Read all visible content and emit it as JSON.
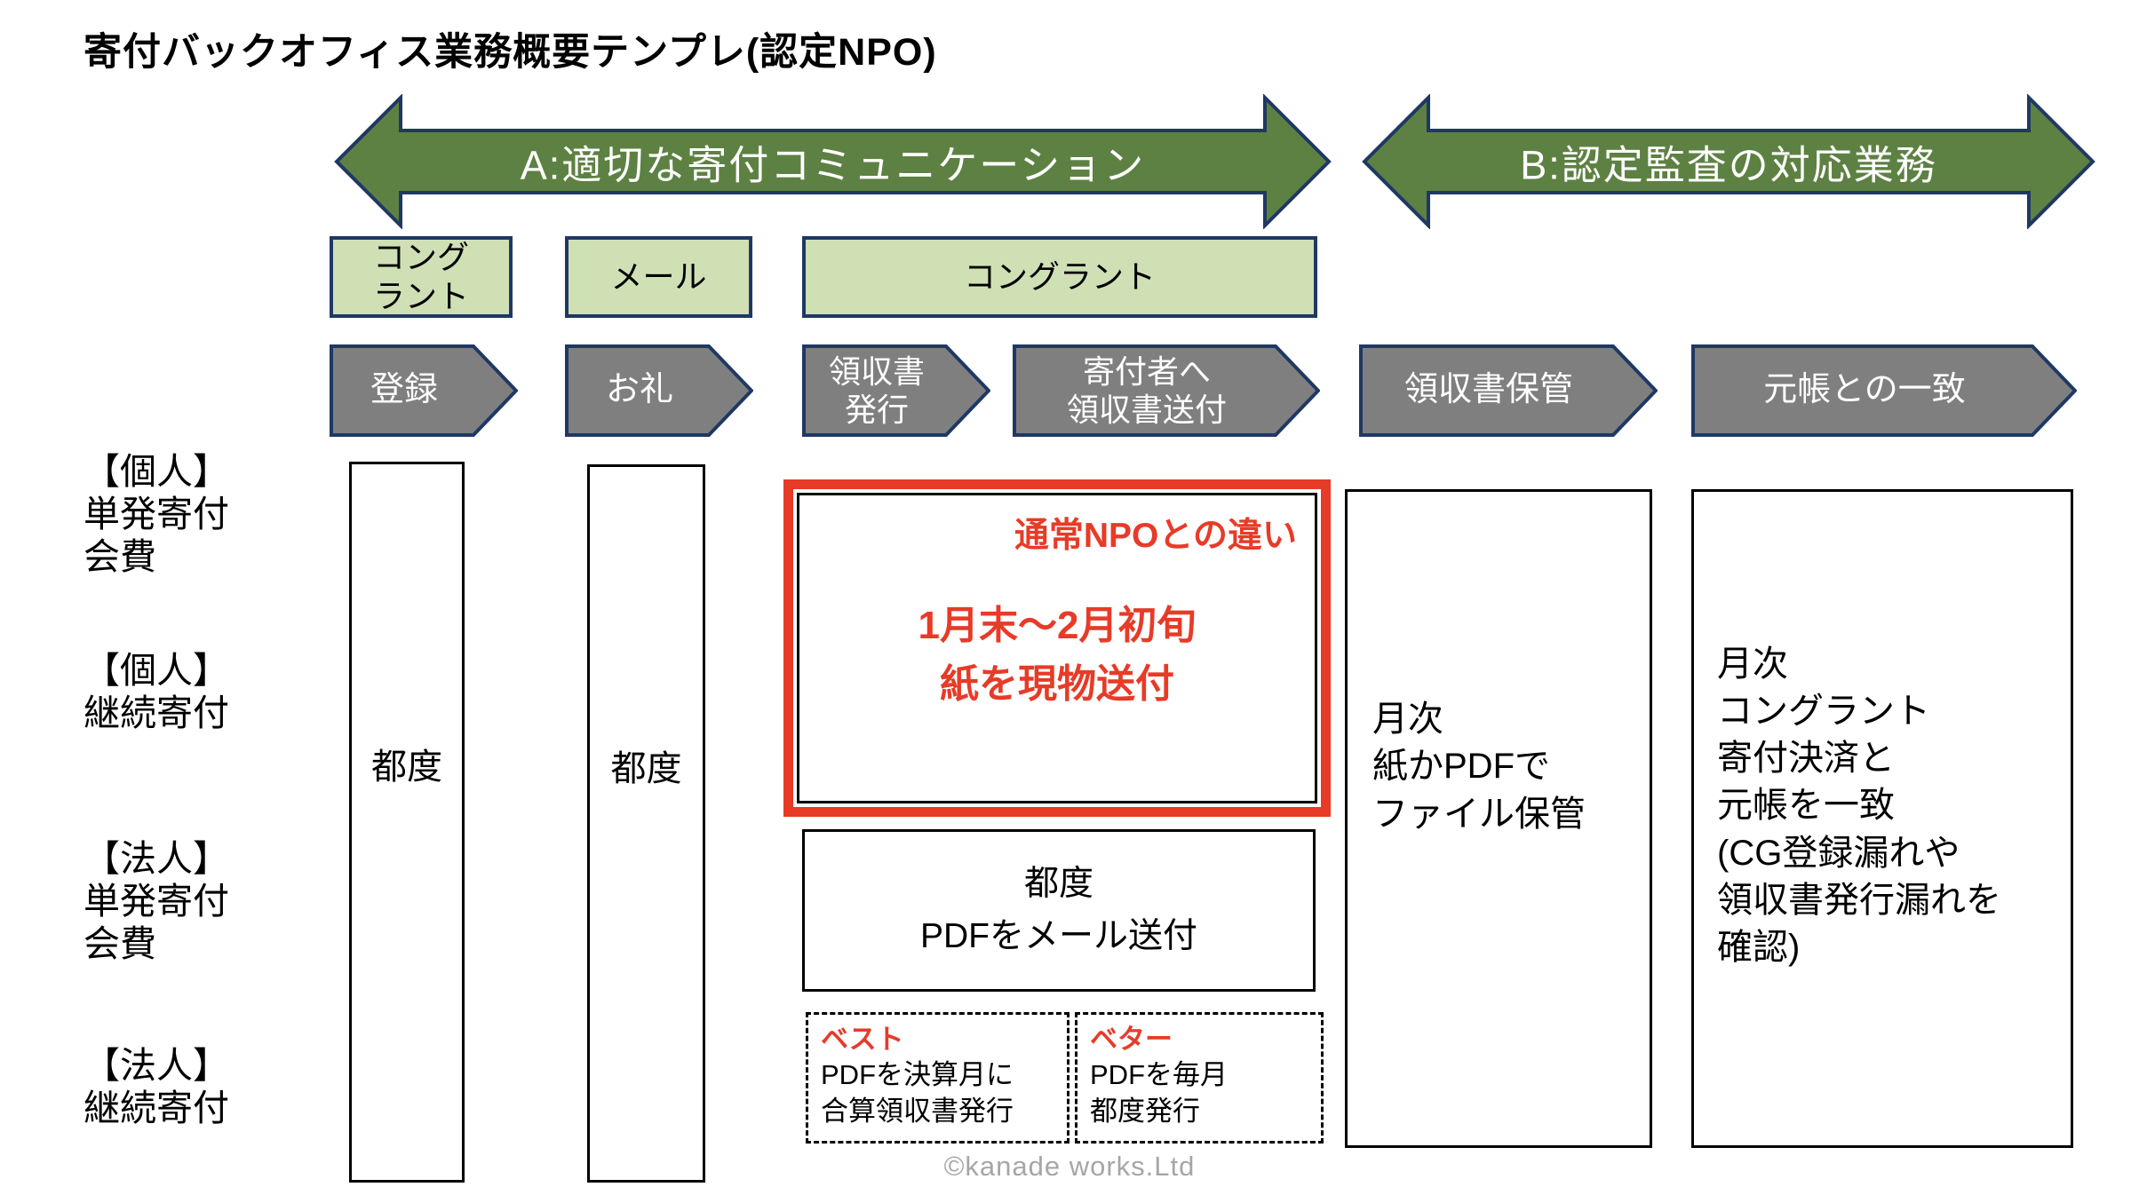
{
  "page": {
    "title": "寄付バックオフィス業務概要テンプレ(認定NPO)",
    "footer": "©kanade works.Ltd"
  },
  "banners": {
    "a": "A:適切な寄付コミュニケーション",
    "b": "B:認定監査の対応業務"
  },
  "tools": {
    "congrant_small": "コング\nラント",
    "mail": "メール",
    "congrant_wide": "コングラント"
  },
  "process": {
    "register": "登録",
    "thanks": "お礼",
    "issue_receipt": "領収書\n発行",
    "send_receipt": "寄付者へ\n領収書送付",
    "store_receipt": "領収書保管",
    "ledger_match": "元帳との一致"
  },
  "row_labels": {
    "r1": "【個人】\n単発寄付\n会費",
    "r2": "【個人】\n継続寄付",
    "r3": "【法人】\n単発寄付\n会費",
    "r4": "【法人】\n継続寄付"
  },
  "cells": {
    "register_each_time": "都度",
    "thanks_each_time": "都度",
    "highlight_title": "通常NPOとの違い",
    "highlight_body": "1月末〜2月初旬\n紙を現物送付",
    "send_pdf": "都度\nPDFをメール送付",
    "best_tag": "ベスト",
    "best_body": "PDFを決算月に\n合算領収書発行",
    "better_tag": "ベター",
    "better_body": "PDFを毎月\n都度発行",
    "storage": "月次\n紙かPDFで\nファイル保管",
    "ledger": "月次\nコングラント\n寄付決済と\n元帳を一致\n(CG登録漏れや\n領収書発行漏れを\n確認)"
  },
  "colors": {
    "banner_green": "#5d8142",
    "tool_green": "#cfe0b5",
    "process_gray": "#7f7f7f",
    "navy_border": "#1f3864",
    "accent_red": "#e73b28",
    "footer_gray": "#a6a6a6"
  }
}
